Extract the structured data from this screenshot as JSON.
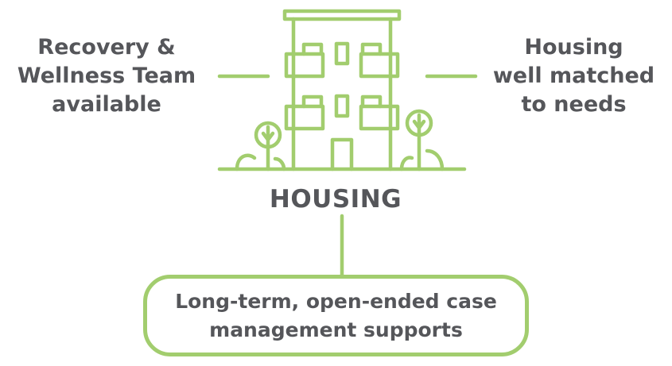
{
  "colors": {
    "accent": "#a2cd6e",
    "text": "#55565a",
    "background": "#ffffff"
  },
  "left_node": {
    "lines": [
      "Recovery &",
      "Wellness Team",
      "available"
    ]
  },
  "right_node": {
    "lines": [
      "Housing",
      "well matched",
      "to needs"
    ]
  },
  "center": {
    "title": "HOUSING",
    "icon": "apartment-building-icon"
  },
  "bottom_node": {
    "lines": [
      "Long-term, open-ended case",
      "management supports"
    ]
  }
}
